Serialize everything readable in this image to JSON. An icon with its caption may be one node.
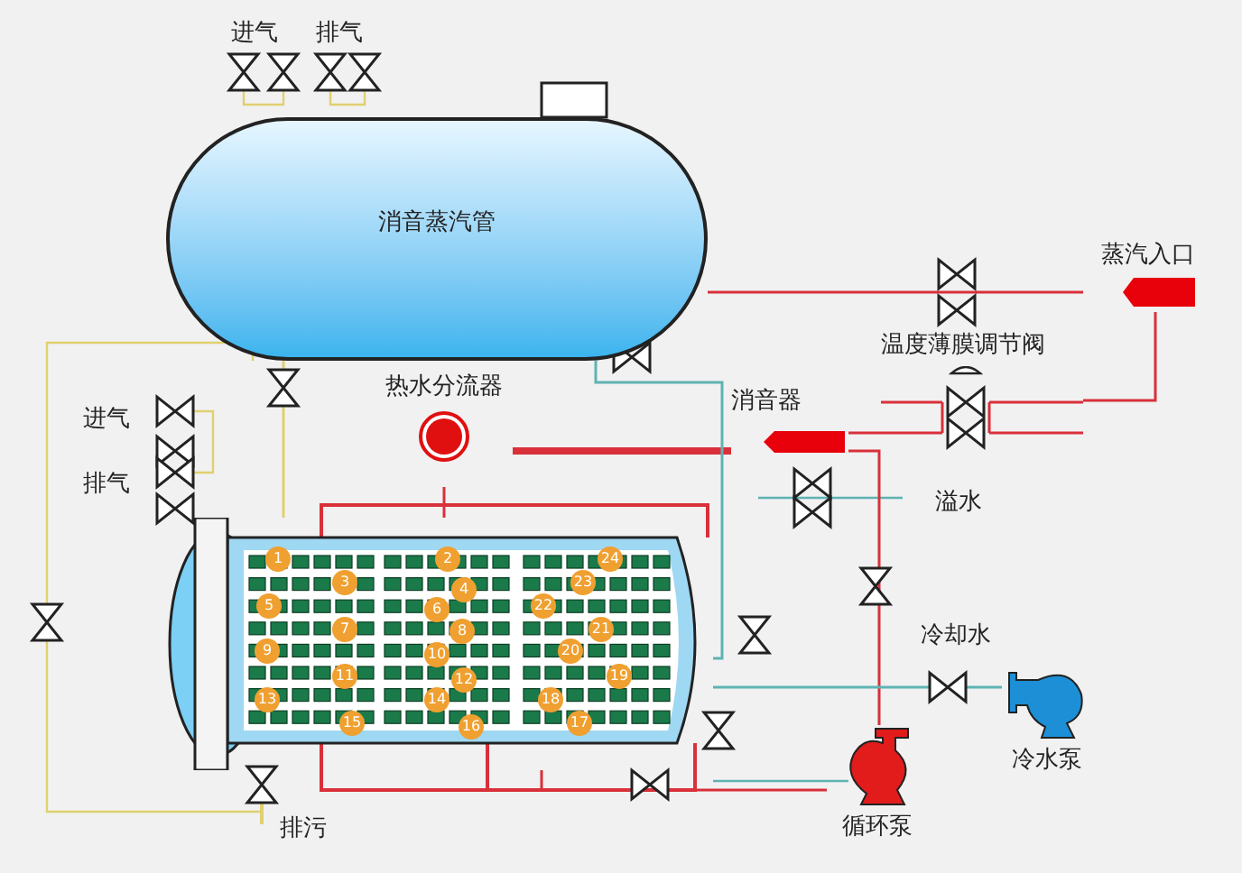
{
  "diagram": {
    "nodes": [
      {
        "text": [
          "消音蒸汽管"
        ]
      },
      {
        "text": [
          "热水分流器"
        ]
      },
      {
        "text": [],
        "shape": "cylinder"
      },
      {
        "text": [
          "蒸汽入口"
        ]
      },
      {
        "text": [
          "温度薄膜调节阀"
        ]
      },
      {
        "text": [
          "消音器"
        ]
      },
      {
        "text": [
          "循环泵"
        ]
      },
      {
        "text": [
          "冷水泵"
        ]
      }
    ],
    "edges": [
      {
        "from": 3,
        "to": 0,
        "arrow": "none"
      },
      {
        "from": 3,
        "to": 4,
        "arrow": "none"
      },
      {
        "from": 4,
        "to": 5,
        "arrow": "none"
      },
      {
        "from": 5,
        "to": 1,
        "arrow": "none",
        "style": "thick"
      },
      {
        "from": 1,
        "to": 2,
        "arrow": "none"
      },
      {
        "from": 2,
        "to": 6,
        "arrow": "none"
      },
      {
        "from": 6,
        "to": 5,
        "arrow": "none"
      },
      {
        "from": 7,
        "to": 2,
        "arrow": "none",
        "color": "#5fb3b3"
      },
      {
        "from": 0,
        "to": 2,
        "arrow": "none",
        "color": "#e0d070"
      },
      {
        "from": 0,
        "to": 2,
        "arrow": "none",
        "color": "#5fb3b3"
      }
    ],
    "labels": [
      "进气",
      "排气",
      "进气",
      "排气",
      "1",
      "2",
      "24",
      "3",
      "4",
      "23",
      "5",
      "6",
      "22",
      "7",
      "8",
      "21",
      "9",
      "10",
      "20",
      "11",
      "12",
      "19",
      "13",
      "14",
      "18",
      "15",
      "16",
      "17",
      "溢水",
      "冷却水",
      "排污"
    ]
  }
}
